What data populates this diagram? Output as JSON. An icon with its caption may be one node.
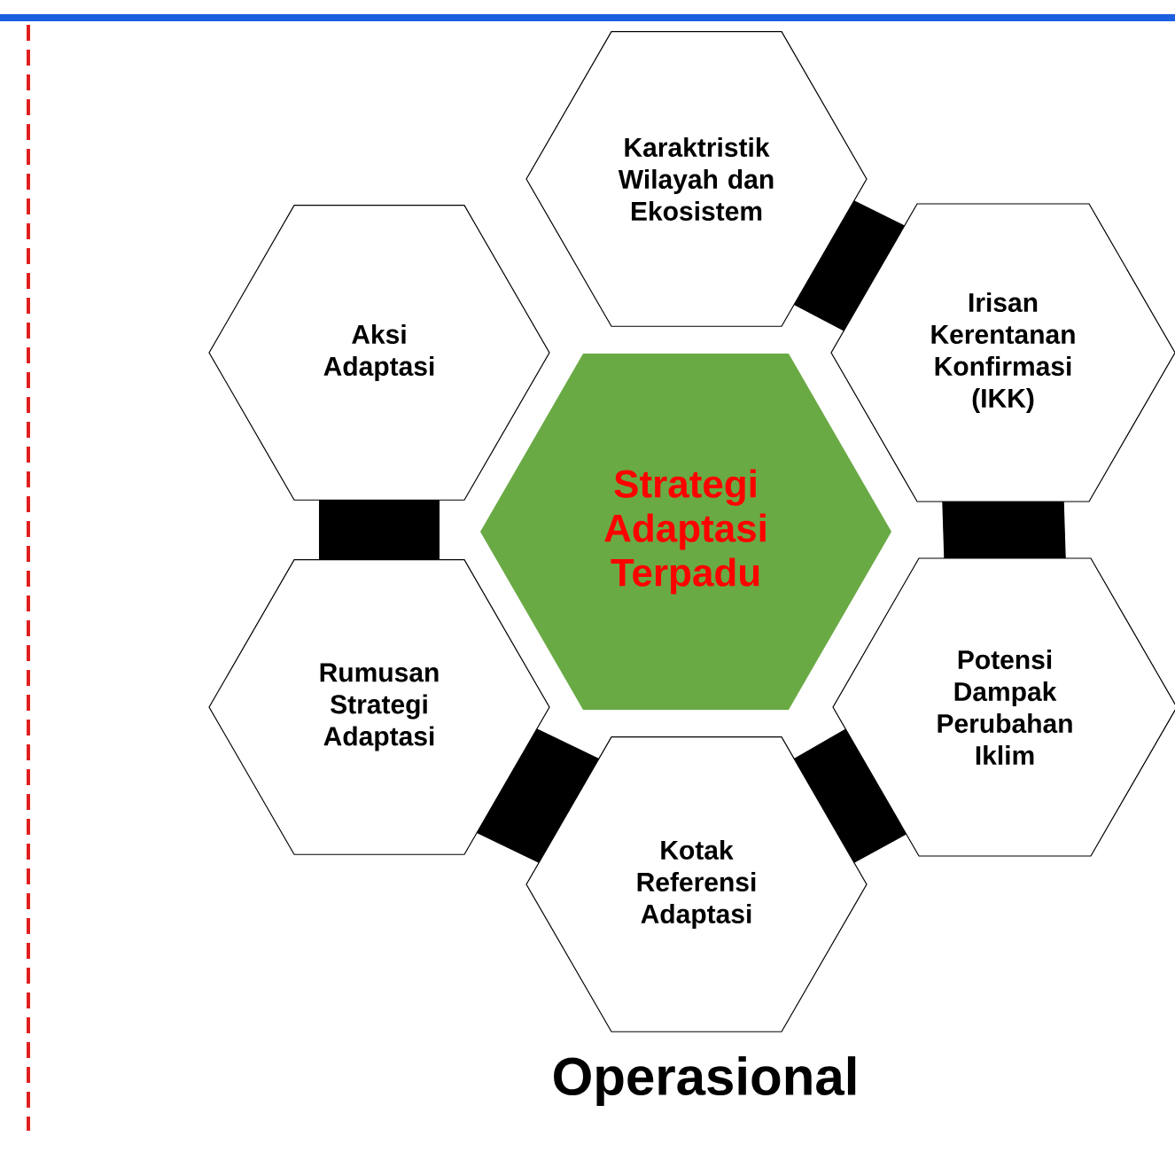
{
  "diagram": {
    "caption": "Operasional",
    "nodes": [
      {
        "text": [
          "Karaktristik Wilayah dan Ekosistem"
        ]
      },
      {
        "text": [
          "Aksi Adaptasi"
        ]
      },
      {
        "text": [
          "Irisan Kerentanan Konfirmasi (IKK)"
        ]
      },
      {
        "text": [
          "Strategi Adaptasi Terpadu"
        ]
      },
      {
        "text": [
          "Rumusan Strategi Adaptasi"
        ]
      },
      {
        "text": [
          "Potensi Dampak Perubahan Iklim"
        ]
      },
      {
        "text": [
          "Kotak Referensi Adaptasi"
        ]
      }
    ],
    "edges": [
      {
        "from": 0,
        "to": 2,
        "arrow": "none"
      },
      {
        "from": 2,
        "to": 5,
        "arrow": "none"
      },
      {
        "from": 5,
        "to": 6,
        "arrow": "none"
      },
      {
        "from": 6,
        "to": 4,
        "arrow": "none"
      },
      {
        "from": 4,
        "to": 1,
        "arrow": "none"
      }
    ]
  }
}
